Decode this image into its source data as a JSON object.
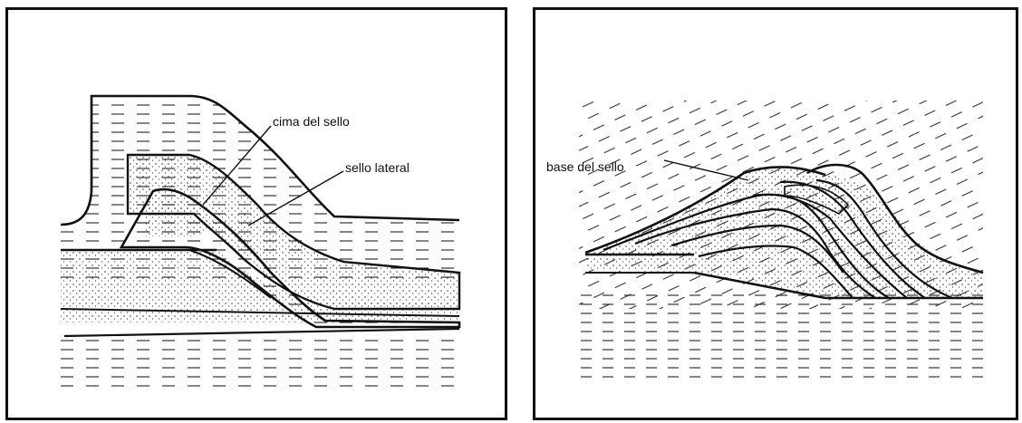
{
  "diagrams": [
    {
      "id": "left",
      "labels": {
        "cima": "cima del sello",
        "lateral": "sello lateral"
      }
    },
    {
      "id": "right",
      "labels": {
        "base": "base del sello"
      }
    }
  ]
}
